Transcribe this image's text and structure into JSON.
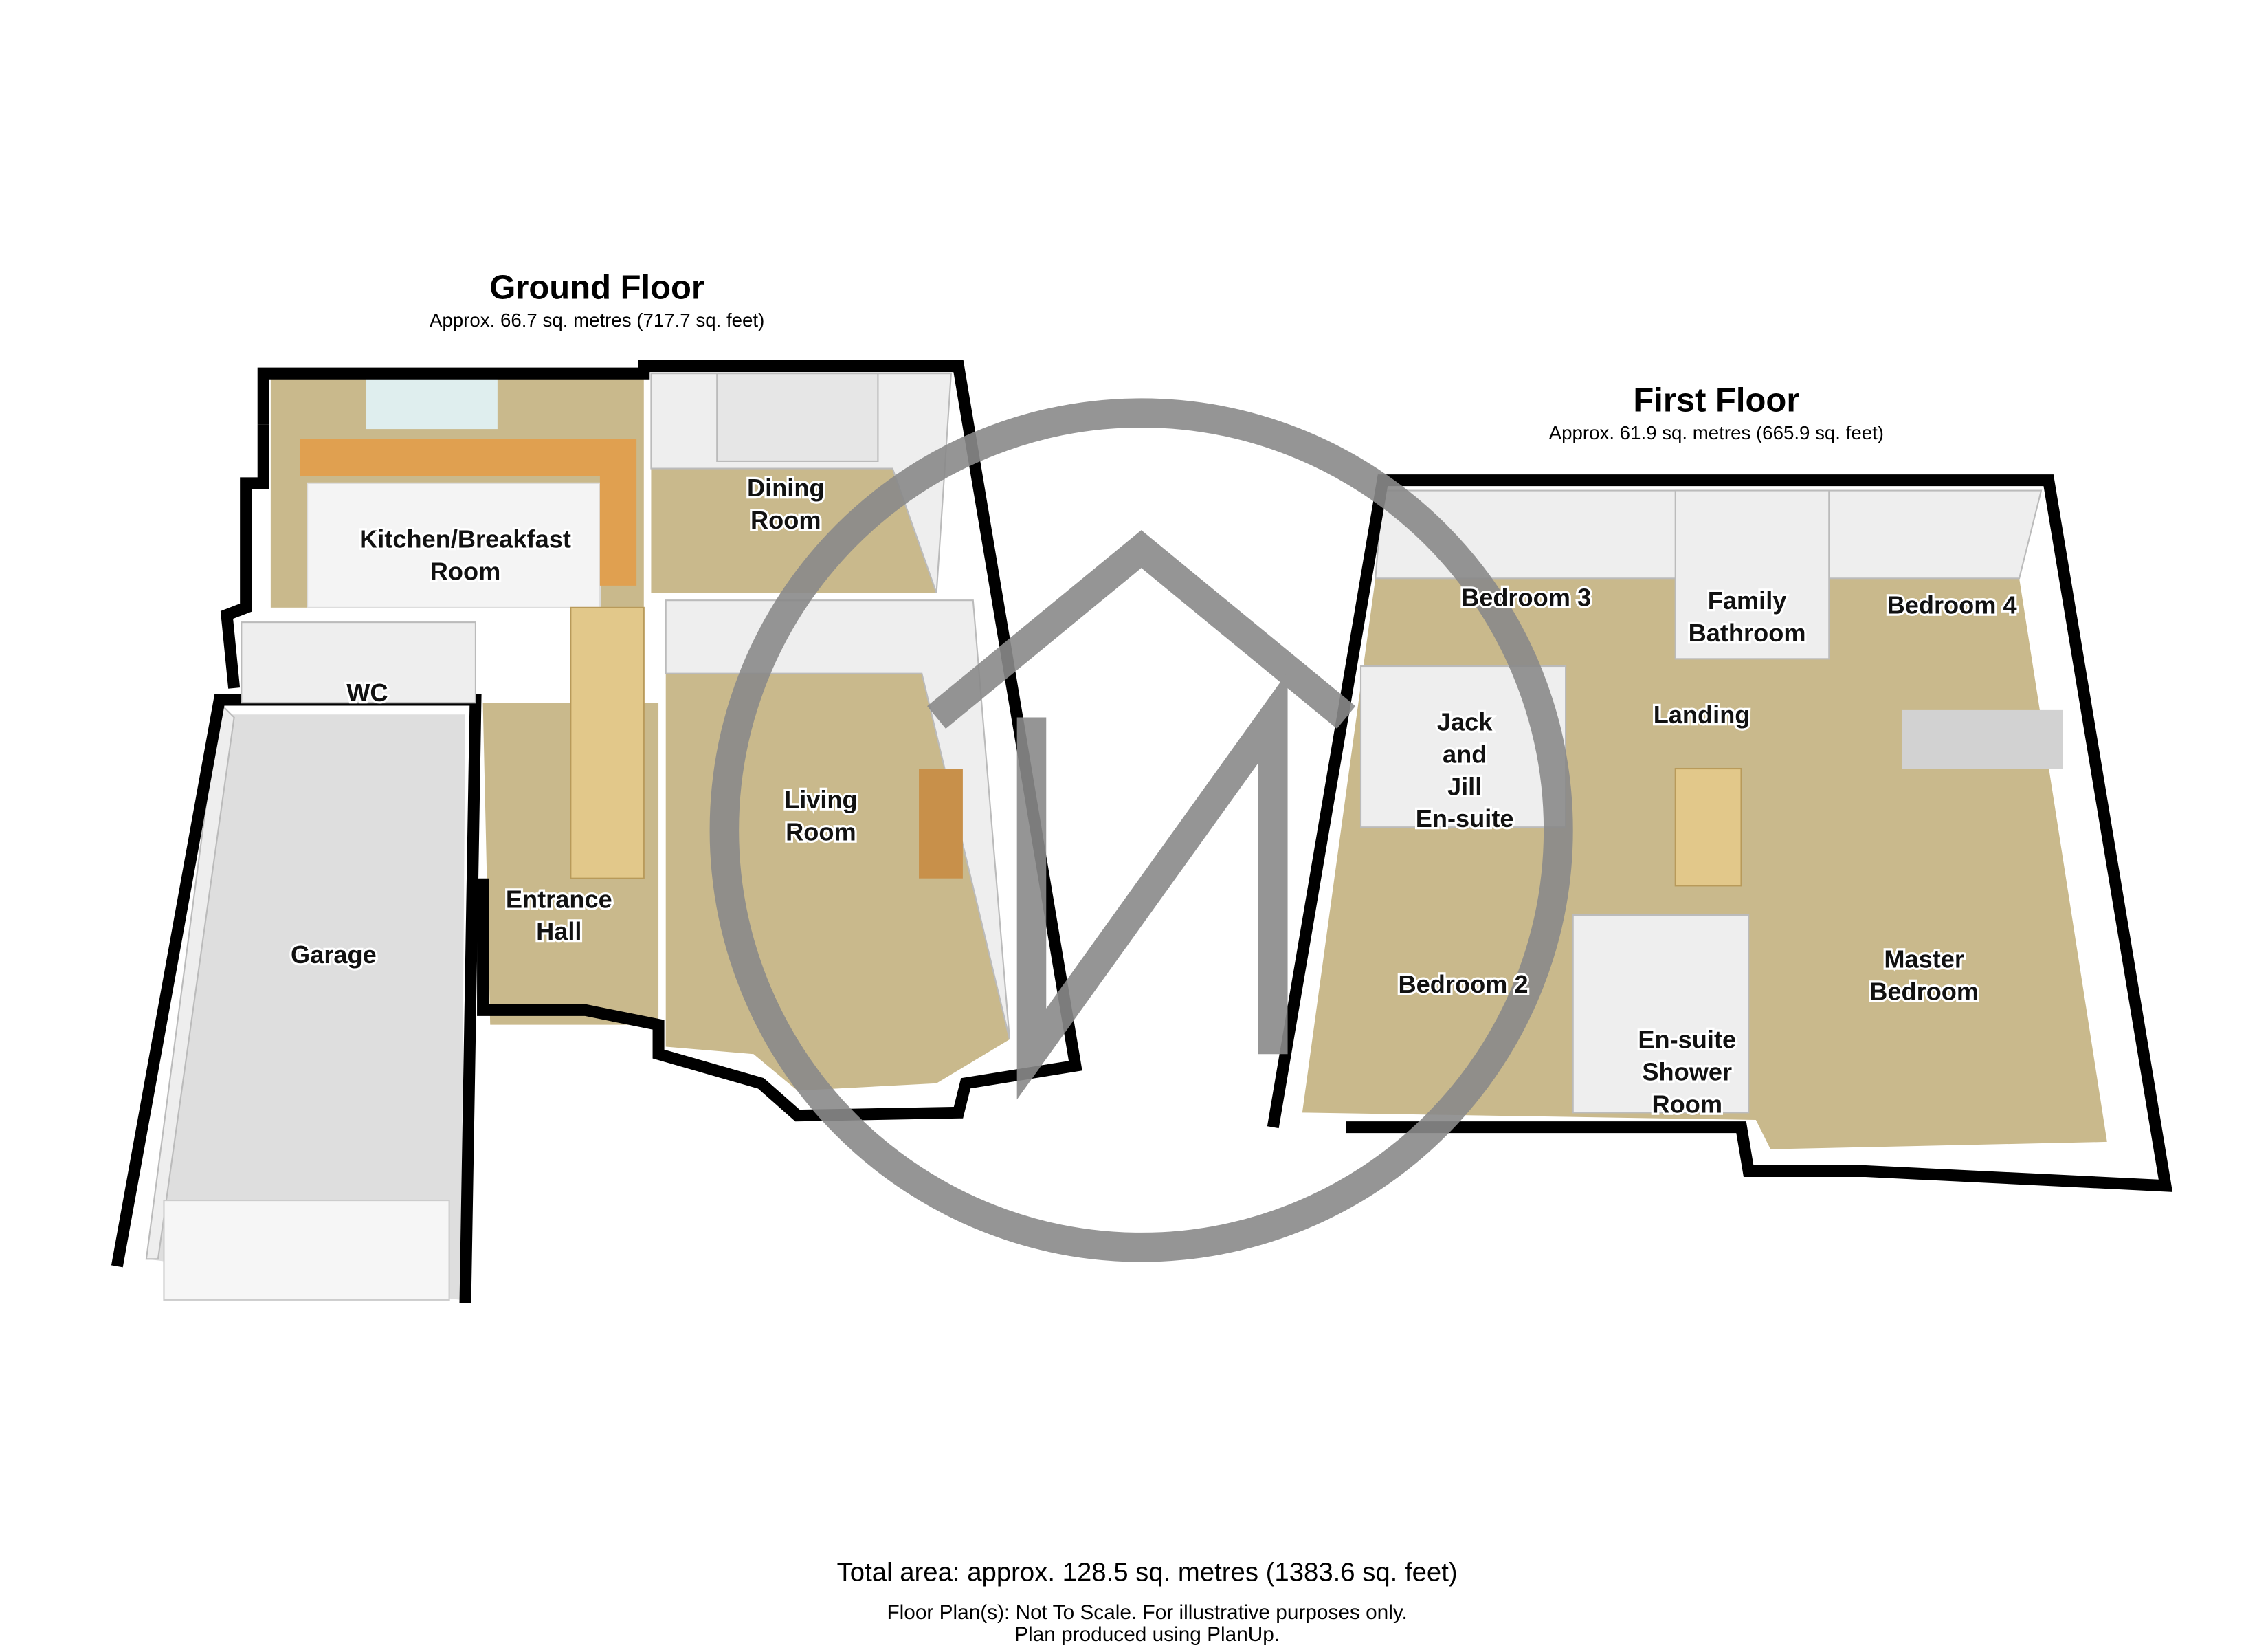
{
  "ground_floor": {
    "title": "Ground Floor",
    "area": "Approx.  66.7 sq. metres (717.7 sq. feet)",
    "rooms": {
      "kitchen": [
        "Kitchen/Breakfast",
        "Room"
      ],
      "dining": [
        "Dining",
        "Room"
      ],
      "wc": "WC",
      "living": [
        "Living",
        "Room"
      ],
      "entrance": [
        "Entrance",
        "Hall"
      ],
      "garage": "Garage"
    }
  },
  "first_floor": {
    "title": "First Floor",
    "area": "Approx.  61.9 sq. metres (665.9 sq. feet)",
    "rooms": {
      "bedroom3": "Bedroom 3",
      "bathroom": [
        "Family",
        "Bathroom"
      ],
      "bedroom4": "Bedroom 4",
      "jackjill": [
        "Jack",
        "and",
        "Jill",
        "En-suite"
      ],
      "landing": "Landing",
      "bedroom2": "Bedroom 2",
      "ensuite": [
        "En-suite",
        "Shower",
        "Room"
      ],
      "master": [
        "Master",
        "Bedroom"
      ]
    }
  },
  "footer": {
    "total": "Total area: approx. 128.5 sq. metres (1383.6 sq. feet)",
    "disclaimer": "Floor Plan(s): Not To Scale. For illustrative purposes only.",
    "produced": "Plan produced using PlanUp."
  },
  "colors": {
    "floor": "#c9b98c",
    "watermark": "#8a8a8a",
    "kitchen_counter": "#e0a050"
  }
}
